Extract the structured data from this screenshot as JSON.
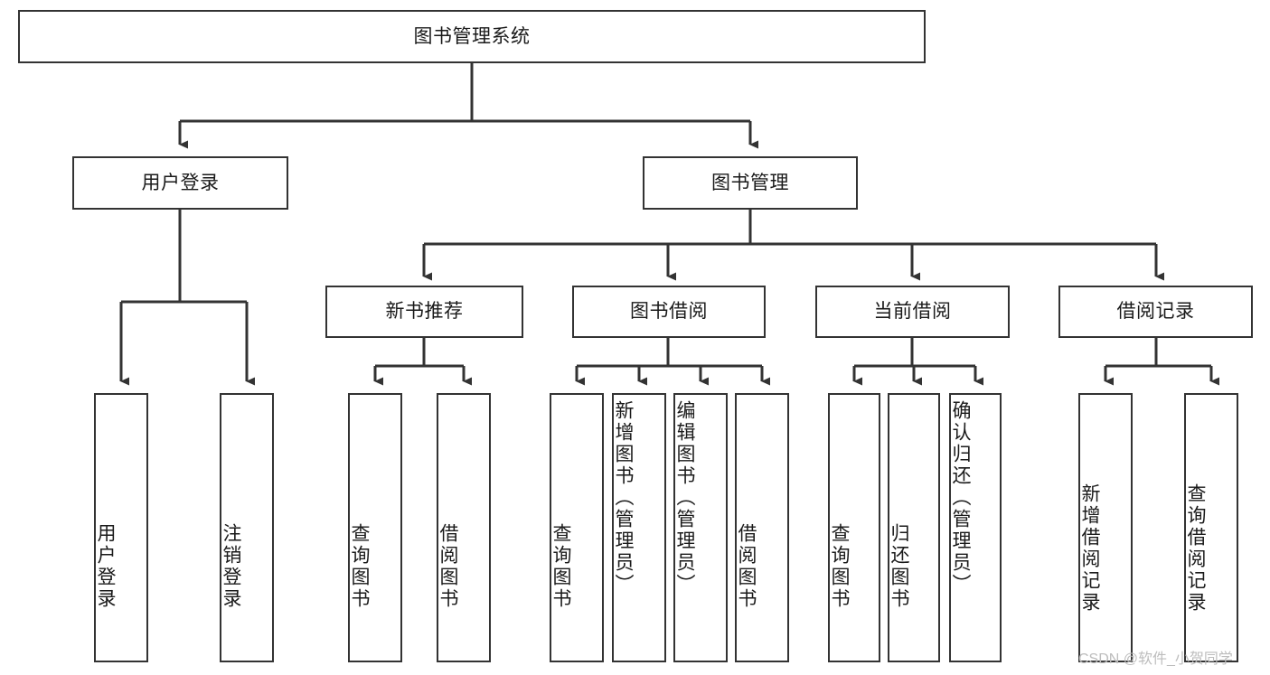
{
  "diagram": {
    "type": "tree-hierarchy",
    "title": "图书管理系统",
    "watermark": "CSDN @软件_小贺同学",
    "root": {
      "id": "root",
      "label": "图书管理系统"
    },
    "level1": [
      {
        "id": "user-login",
        "label": "用户登录"
      },
      {
        "id": "book-management",
        "label": "图书管理"
      }
    ],
    "level2": [
      {
        "id": "new-book-recommend",
        "label": "新书推荐",
        "parent": "book-management"
      },
      {
        "id": "book-borrow",
        "label": "图书借阅",
        "parent": "book-management"
      },
      {
        "id": "current-borrow",
        "label": "当前借阅",
        "parent": "book-management"
      },
      {
        "id": "borrow-record",
        "label": "借阅记录",
        "parent": "book-management"
      }
    ],
    "leaves": {
      "user_login": [
        {
          "id": "leaf-user-login",
          "label": "用户登录"
        },
        {
          "id": "leaf-logout-login",
          "label": "注销登录"
        }
      ],
      "new_book_recommend": [
        {
          "id": "leaf-query-book-1",
          "label": "查询图书"
        },
        {
          "id": "leaf-borrow-book-1",
          "label": "借阅图书"
        }
      ],
      "book_borrow": [
        {
          "id": "leaf-query-book-2",
          "label": "查询图书"
        },
        {
          "id": "leaf-add-book",
          "label": "新增图书（管理员）"
        },
        {
          "id": "leaf-edit-book",
          "label": "编辑图书（管理员）"
        },
        {
          "id": "leaf-borrow-book-2",
          "label": "借阅图书"
        }
      ],
      "current_borrow": [
        {
          "id": "leaf-query-book-3",
          "label": "查询图书"
        },
        {
          "id": "leaf-return-book",
          "label": "归还图书"
        },
        {
          "id": "leaf-confirm-return",
          "label": "确认归还（管理员）"
        }
      ],
      "borrow_record": [
        {
          "id": "leaf-add-record",
          "label": "新增借阅记录"
        },
        {
          "id": "leaf-query-record",
          "label": "查询借阅记录"
        }
      ]
    },
    "colors": {
      "stroke": "#333333",
      "fill": "#ffffff",
      "text": "#1a1a1a",
      "watermark": "#bdbdbd"
    }
  }
}
